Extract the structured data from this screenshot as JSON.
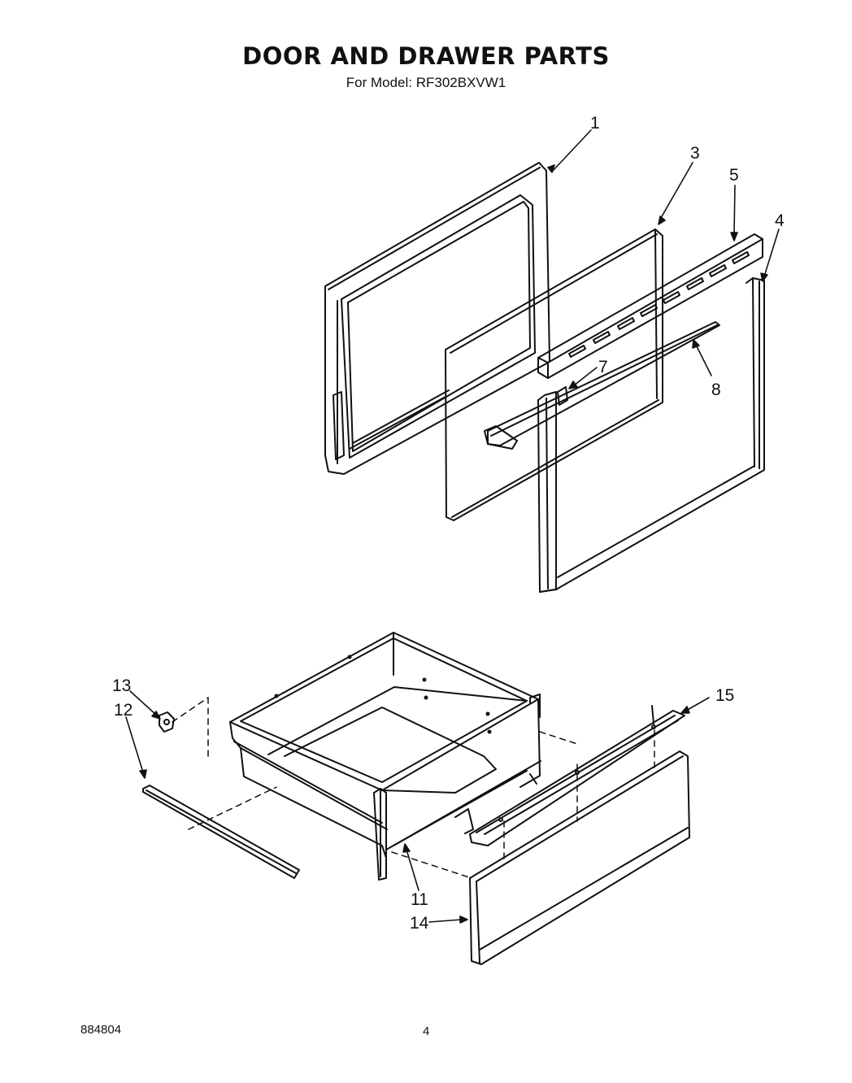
{
  "header": {
    "title": "DOOR AND DRAWER PARTS",
    "subtitle": "For Model: RF302BXVW1"
  },
  "callouts": {
    "c1": "1",
    "c3": "3",
    "c5": "5",
    "c4": "4",
    "c7": "7",
    "c8": "8",
    "c13": "13",
    "c12": "12",
    "c15": "15",
    "c11": "11",
    "c14": "14"
  },
  "footer": {
    "code": "884804",
    "page": "4"
  }
}
